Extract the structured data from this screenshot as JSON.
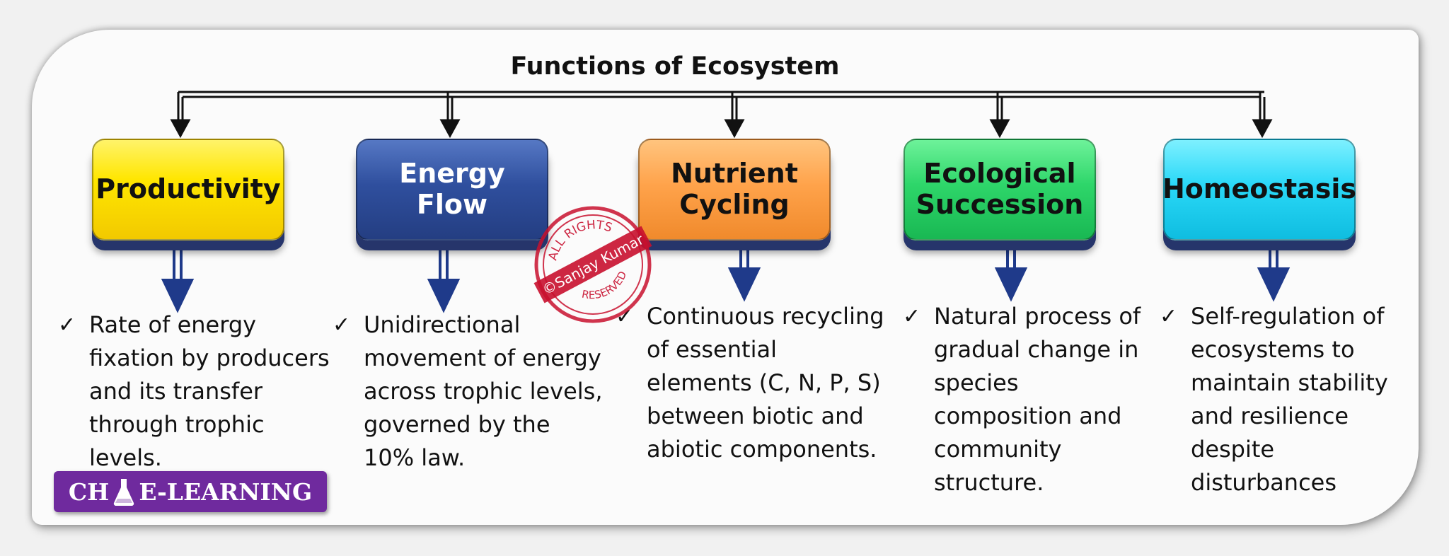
{
  "title": "Functions of Ecosystem",
  "functions": [
    {
      "heading": "Productivity",
      "text": "Rate of energy\nfixation by producers\nand its transfer\nthrough trophic\nlevels."
    },
    {
      "heading": "Energy Flow",
      "text": "Unidirectional\nmovement of energy\nacross trophic levels,\ngoverned by the\n10% law."
    },
    {
      "heading": "Nutrient\nCycling",
      "text": "Continuous recycling\nof essential\nelements (C, N, P, S)\nbetween biotic and\nabiotic components."
    },
    {
      "heading": "Ecological\nSuccession",
      "text": "Natural process of\ngradual change in\nspecies\ncomposition and\ncommunity\nstructure."
    },
    {
      "heading": "Homeostasis",
      "text": "Self-regulation of\necosystems to\nmaintain stability\nand resilience\ndespite\ndisturbances"
    }
  ],
  "check_mark": "✓",
  "logo": {
    "left": "CH",
    "right": "E-LEARNING"
  },
  "stamp": {
    "top": "ALL RIGHTS",
    "middle": "©Sanjay Kumar",
    "bottom": "RESERVED"
  },
  "colors": {
    "productivity": "#ffe600",
    "energy_flow": "#2f4f9e",
    "nutrient_cycling": "#ffa34b",
    "ecological_succession": "#2ed66a",
    "homeostasis": "#2ad8f7",
    "arrow": "#1f3a8a",
    "logo_bg": "#6f2a9e",
    "stamp": "#c8102e"
  }
}
